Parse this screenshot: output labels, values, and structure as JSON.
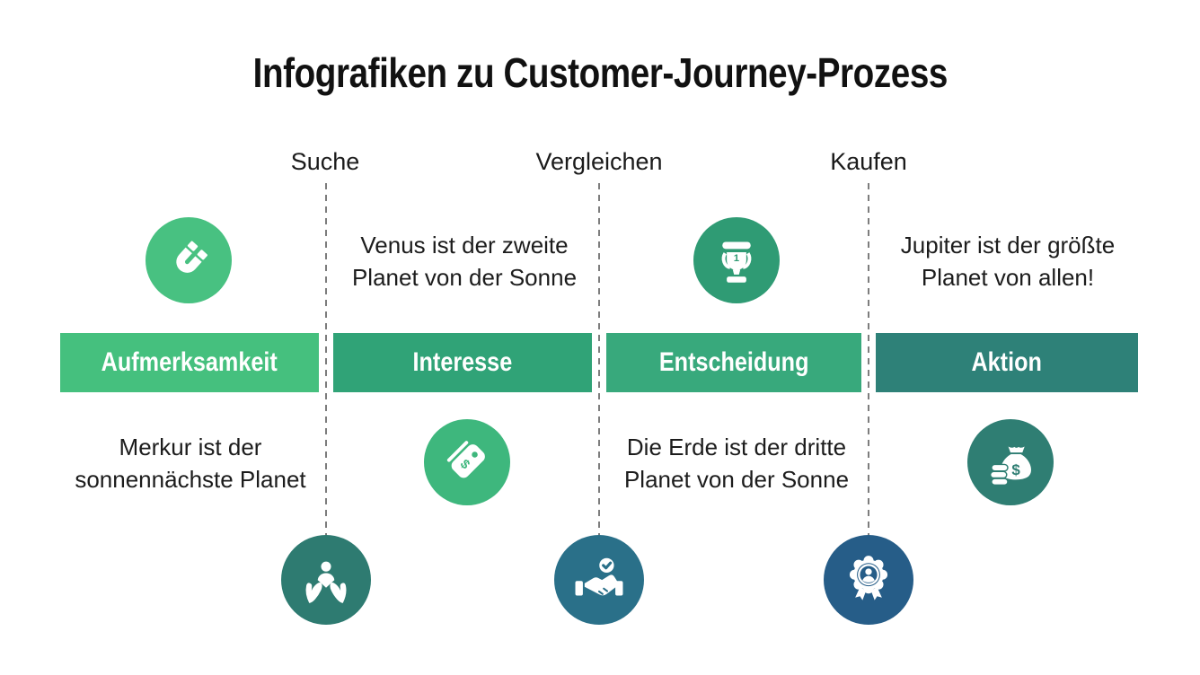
{
  "title": "Infografiken zu Customer-Journey-Prozess",
  "transitions": [
    {
      "label": "Suche"
    },
    {
      "label": "Vergleichen"
    },
    {
      "label": "Kaufen"
    }
  ],
  "stages": [
    {
      "label": "Aufmerksamkeit",
      "color": "#45c07e"
    },
    {
      "label": "Interesse",
      "color": "#30a377"
    },
    {
      "label": "Entscheidung",
      "color": "#38a97c"
    },
    {
      "label": "Aktion",
      "color": "#2e8178"
    }
  ],
  "notes": {
    "venus": {
      "line1": "Venus ist der zweite",
      "line2": "Planet von der Sonne"
    },
    "jupiter": {
      "line1": "Jupiter ist der größte",
      "line2": "Planet von allen!"
    },
    "merkur": {
      "line1": "Merkur ist der",
      "line2": "sonnennächste Planet"
    },
    "erde": {
      "line1": "Die Erde ist der dritte",
      "line2": "Planet von der Sonne"
    }
  },
  "icons": {
    "magnet": {
      "name": "magnet-icon",
      "color": "#48c181",
      "glyph_color": "#ffffff"
    },
    "trophy": {
      "name": "trophy-icon",
      "color": "#2f9b74",
      "glyph_color": "#ffffff",
      "rank_label": "1"
    },
    "price_tag": {
      "name": "price-tag-icon",
      "color": "#3eb77d",
      "glyph_color": "#ffffff",
      "currency": "$"
    },
    "money_bag": {
      "name": "money-bag-icon",
      "color": "#2f7e73",
      "glyph_color": "#ffffff",
      "currency": "$"
    },
    "care_hands": {
      "name": "hands-holding-person-icon",
      "color": "#2e7b71",
      "glyph_color": "#ffffff"
    },
    "handshake": {
      "name": "handshake-check-icon",
      "color": "#2a7089",
      "glyph_color": "#ffffff"
    },
    "badge": {
      "name": "member-badge-icon",
      "color": "#265d88",
      "glyph_color": "#ffffff"
    }
  },
  "line_color": "#7d7d7d",
  "background_color": "#ffffff",
  "text_color": "#1c1c1c"
}
